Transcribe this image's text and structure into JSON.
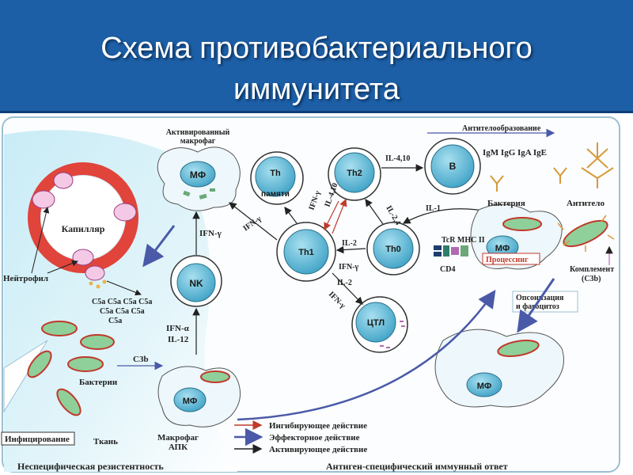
{
  "title": {
    "line1": "Схема противобактериального",
    "line2": "иммунитета"
  },
  "labels": {
    "activated_macrophage_l1": "Активированный",
    "activated_macrophage_l2": "макрофаг",
    "mf": "МФ",
    "capillary": "Капилляр",
    "neutrophil": "Нейтрофил",
    "c5a_row1": "C5a C5a C5a C5a",
    "c5a_row2": "C5a C5a C5a",
    "c5a_row3": "C5a",
    "nk": "NK",
    "ifn_gamma": "IFN-γ",
    "ifn_alpha": "IFN-α",
    "il12": "IL-12",
    "th_memory_l1": "Th",
    "th_memory_l2": "памяти",
    "th2": "Th2",
    "th1": "Th1",
    "th0": "Th0",
    "b": "B",
    "ctl": "ЦТЛ",
    "il_4_10": "IL-4,10",
    "il_4_10_b": "IL-4,10",
    "il_2_4": "IL-2,4",
    "il_1": "IL-1",
    "il_2": "IL-2",
    "il_2_b": "IL-2",
    "ifn_y_1": "IFN-γ",
    "ifn_y_2": "IFN-γ",
    "ifn_y_3": "IFN-γ",
    "ifn_y_4": "IFN-γ",
    "antibody_formation": "Антителообразование",
    "ig_classes": "IgM IgG IgA IgE",
    "bacterium": "Бактерия",
    "antibody": "Антитело",
    "tcr_mhc": "TcR MHC II",
    "cd4": "CD4",
    "processing": "Процессинг",
    "complement_l1": "Комплемент",
    "complement_l2": "(C3b)",
    "opsonization_l1": "Опсонизация",
    "opsonization_l2": "и фагоцитоз",
    "c3b": "C3b",
    "bacteria": "Бактерии",
    "infection": "Инфицирование",
    "tissue": "Ткань",
    "macrophage_apc_l1": "Макрофаг",
    "macrophage_apc_l2": "АПК",
    "legend_inhibit": "Ингибирующее действие",
    "legend_effector": "Эффекторное действие",
    "legend_activate": "Активирующее действие",
    "bottom_left": "Неспецифическая резистентность",
    "bottom_right": "Антиген-специфический иммунный ответ"
  },
  "colors": {
    "title_band": "#1d5fa6",
    "cell_nucleus": "#7cc8e0",
    "bacteria_fill": "#8fcf9a",
    "bacteria_outline": "#c0392b",
    "capillary": "#e0443a",
    "inhibit_arrow": "#c0392b",
    "effector_arrow": "#4a5aa8",
    "activate_arrow": "#222222"
  }
}
